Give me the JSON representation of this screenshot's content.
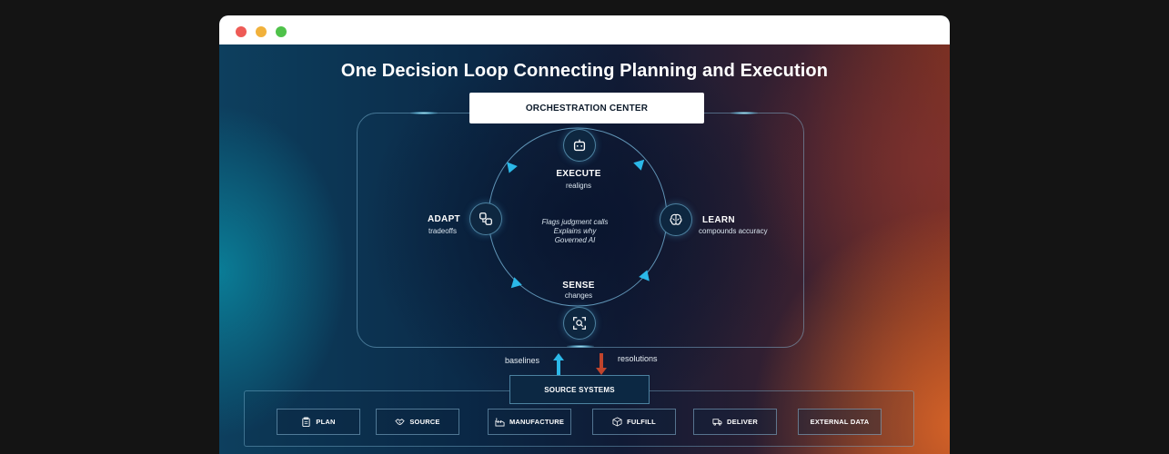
{
  "window": {
    "controls": [
      "close",
      "minimize",
      "maximize"
    ]
  },
  "diagram": {
    "title": "One Decision Loop Connecting Planning and Execution",
    "orchestration_label": "ORCHESTRATION CENTER",
    "nodes": {
      "execute": {
        "title": "EXECUTE",
        "subtitle": "realigns",
        "icon": "robot-icon"
      },
      "learn": {
        "title": "LEARN",
        "subtitle": "compounds accuracy",
        "icon": "brain-icon"
      },
      "sense": {
        "title": "SENSE",
        "subtitle": "changes",
        "icon": "scan-search-icon"
      },
      "adapt": {
        "title": "ADAPT",
        "subtitle": "tradeoffs",
        "icon": "swap-icon"
      }
    },
    "center_notes": [
      "Flags judgment calls",
      "Explains why",
      "Governed AI"
    ],
    "flows": {
      "up_label": "baselines",
      "down_label": "resolutions",
      "up_color": "#2bb8e8",
      "down_color": "#c0442c"
    },
    "source_systems_label": "SOURCE SYSTEMS",
    "sources": [
      {
        "label": "PLAN",
        "icon": "clipboard-icon"
      },
      {
        "label": "SOURCE",
        "icon": "handshake-icon"
      },
      {
        "label": "MANUFACTURE",
        "icon": "factory-icon"
      },
      {
        "label": "FULFILL",
        "icon": "package-icon"
      },
      {
        "label": "DELIVER",
        "icon": "truck-icon"
      },
      {
        "label": "EXTERNAL DATA",
        "icon": ""
      }
    ]
  },
  "colors": {
    "accent": "#2bb8e8",
    "loop_stroke": "#6fa9cc"
  }
}
